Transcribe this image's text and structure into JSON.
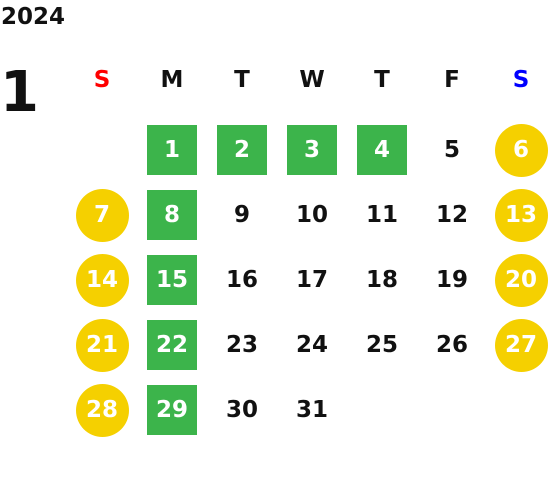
{
  "year": "2024",
  "month": "1",
  "colors": {
    "sunday_header": "#ff0000",
    "saturday_header": "#0000ff",
    "highlight_green": "#3cb44b",
    "highlight_yellow": "#f5d000"
  },
  "weekdays": [
    "S",
    "M",
    "T",
    "W",
    "T",
    "F",
    "S"
  ],
  "days": [
    {
      "day": "1",
      "style": "green"
    },
    {
      "day": "2",
      "style": "green"
    },
    {
      "day": "3",
      "style": "green"
    },
    {
      "day": "4",
      "style": "green"
    },
    {
      "day": "5",
      "style": "plain"
    },
    {
      "day": "6",
      "style": "yellow"
    },
    {
      "day": "7",
      "style": "yellow"
    },
    {
      "day": "8",
      "style": "green"
    },
    {
      "day": "9",
      "style": "plain"
    },
    {
      "day": "10",
      "style": "plain"
    },
    {
      "day": "11",
      "style": "plain"
    },
    {
      "day": "12",
      "style": "plain"
    },
    {
      "day": "13",
      "style": "yellow"
    },
    {
      "day": "14",
      "style": "yellow"
    },
    {
      "day": "15",
      "style": "green"
    },
    {
      "day": "16",
      "style": "plain"
    },
    {
      "day": "17",
      "style": "plain"
    },
    {
      "day": "18",
      "style": "plain"
    },
    {
      "day": "19",
      "style": "plain"
    },
    {
      "day": "20",
      "style": "yellow"
    },
    {
      "day": "21",
      "style": "yellow"
    },
    {
      "day": "22",
      "style": "green"
    },
    {
      "day": "23",
      "style": "plain"
    },
    {
      "day": "24",
      "style": "plain"
    },
    {
      "day": "25",
      "style": "plain"
    },
    {
      "day": "26",
      "style": "plain"
    },
    {
      "day": "27",
      "style": "yellow"
    },
    {
      "day": "28",
      "style": "yellow"
    },
    {
      "day": "29",
      "style": "green"
    },
    {
      "day": "30",
      "style": "plain"
    },
    {
      "day": "31",
      "style": "plain"
    }
  ]
}
